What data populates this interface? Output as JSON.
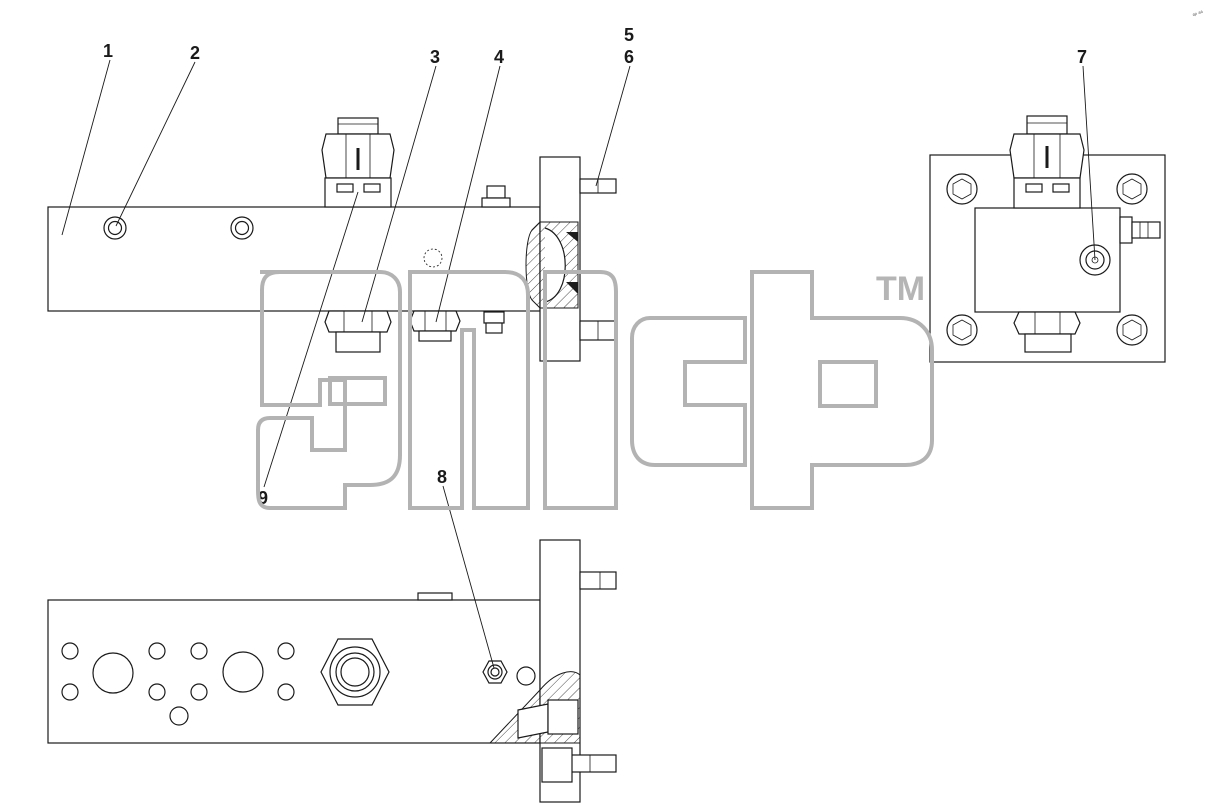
{
  "drawing": {
    "callouts": [
      {
        "id": "c1",
        "label": "1"
      },
      {
        "id": "c2",
        "label": "2"
      },
      {
        "id": "c3",
        "label": "3"
      },
      {
        "id": "c4",
        "label": "4"
      },
      {
        "id": "c5",
        "label": "5"
      },
      {
        "id": "c6",
        "label": "6"
      },
      {
        "id": "c7",
        "label": "7"
      },
      {
        "id": "c8",
        "label": "8"
      },
      {
        "id": "c9",
        "label": "9"
      }
    ],
    "corner_mark": "ᵃᵖ ᵃᵃ"
  },
  "watermark": {
    "trademark": "TM",
    "color": "#b3b3b3"
  }
}
